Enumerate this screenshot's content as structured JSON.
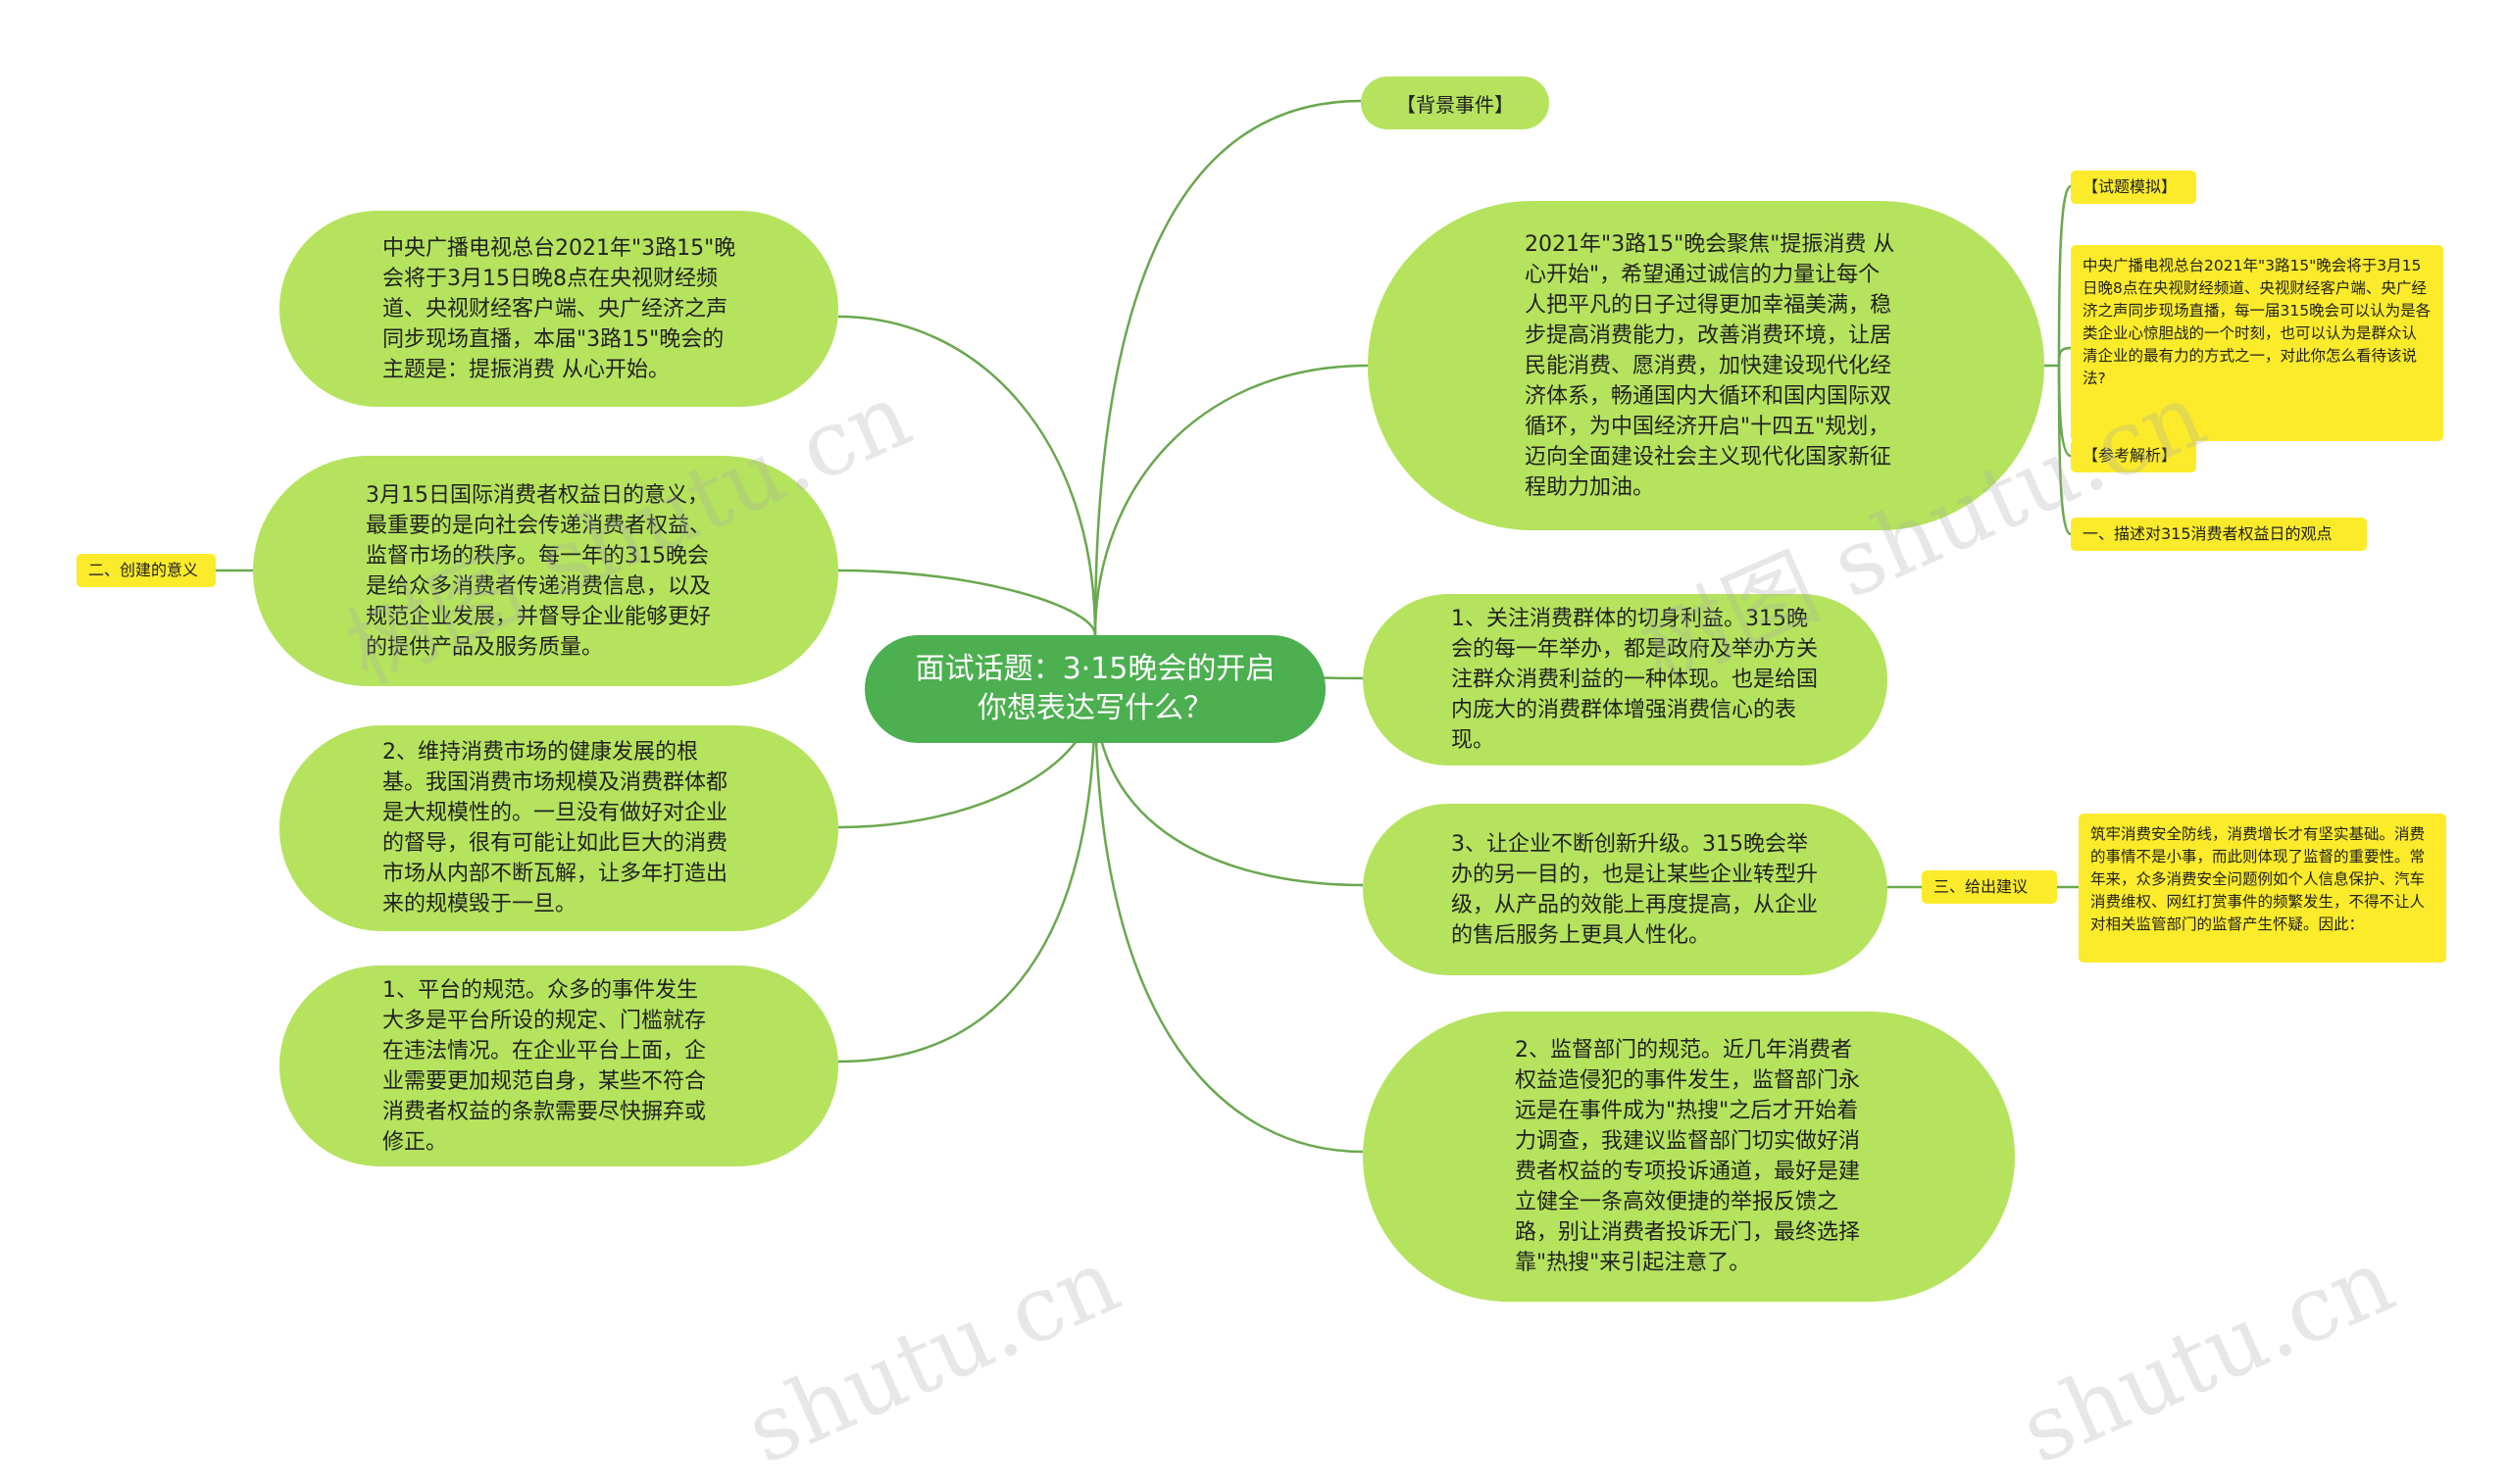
{
  "root": {
    "title": "面试话题：3·15晚会的开启 你想表达写什么？"
  },
  "background_tag": "【背景事件】",
  "right_nodes": {
    "event": "2021年\"3路15\"晚会聚焦\"提振消费 从心开始\"，希望通过诚信的力量让每个人把平凡的日子过得更加幸福美满，稳步提高消费能力，改善消费环境，让居民能消费、愿消费，加快建设现代化经济体系，畅通国内大循环和国内国际双循环，为中国经济开启\"十四五\"规划，迈向全面建设社会主义现代化国家新征程助力加油。",
    "point1": "1、关注消费群体的切身利益。315晚会的每一年举办，都是政府及举办方关注群众消费利益的一种体现。也是给国内庞大的消费群体增强消费信心的表现。",
    "point3": "3、让企业不断创新升级。315晚会举办的另一目的，也是让某些企业转型升级，从产品的效能上再度提高，从企业的售后服务上更具人性化。",
    "point2_regulator": "2、监督部门的规范。近几年消费者权益造侵犯的事件发生，监督部门永远是在事件成为\"热搜\"之后才开始着力调查，我建议监督部门切实做好消费者权益的专项投诉通道，最好是建立健全一条高效便捷的举报反馈之路，别让消费者投诉无门，最终选择靠\"热搜\"来引起注意了。"
  },
  "left_nodes": {
    "intro": "中央广播电视总台2021年\"3路15\"晚会将于3月15日晚8点在央视财经频道、央视财经客户端、央广经济之声同步现场直播，本届\"3路15\"晚会的主题是：提振消费 从心开始。",
    "meaning": "3月15日国际消费者权益日的意义，最重要的是向社会传递消费者权益、监督市场的秩序。每一年的315晚会是给众多消费者传递消费信息，以及规范企业发展，并督导企业能够更好的提供产品及服务质量。",
    "point2_market": "2、维持消费市场的健康发展的根基。我国消费市场规模及消费群体都是大规模性的。一旦没有做好对企业的督导，很有可能让如此巨大的消费市场从内部不断瓦解，让多年打造出来的规模毁于一旦。",
    "point1_platform": "1、平台的规范。众多的事件发生大多是平台所设的规定、门槛就存在违法情况。在企业平台上面，企业需要更加规范自身，某些不符合消费者权益的条款需要尽快摒弃或修正。"
  },
  "tags": {
    "creation_meaning": "二、创建的意义",
    "give_advice": "三、给出建议",
    "mock_question": "【试题模拟】",
    "reference": "【参考解析】",
    "describe_view": "一、描述对315消费者权益日的观点"
  },
  "notes": {
    "mock_question_text": "中央广播电视总台2021年\"3路15\"晚会将于3月15日晚8点在央视财经频道、央视财经客户端、央广经济之声同步现场直播，每一届315晚会可以认为是各类企业心惊胆战的一个时刻，也可以认为是群众认清企业的最有力的方式之一，对此你怎么看待该说法?",
    "advice_text": "筑牢消费安全防线，消费增长才有坚实基础。消费的事情不是小事，而此则体现了监督的重要性。常年来，众多消费安全问题例如个人信息保护、汽车消费维权、网红打赏事件的频繁发生，不得不让人对相关监管部门的监督产生怀疑。因此："
  },
  "watermarks": [
    "树图 shutu.cn",
    "树图 shutu.cn",
    "shutu.cn",
    "shutu.cn"
  ],
  "colors": {
    "root": "#4caf50",
    "bubble": "#b5e35e",
    "tag": "#fbeb2a",
    "line": "#6aa84f"
  }
}
